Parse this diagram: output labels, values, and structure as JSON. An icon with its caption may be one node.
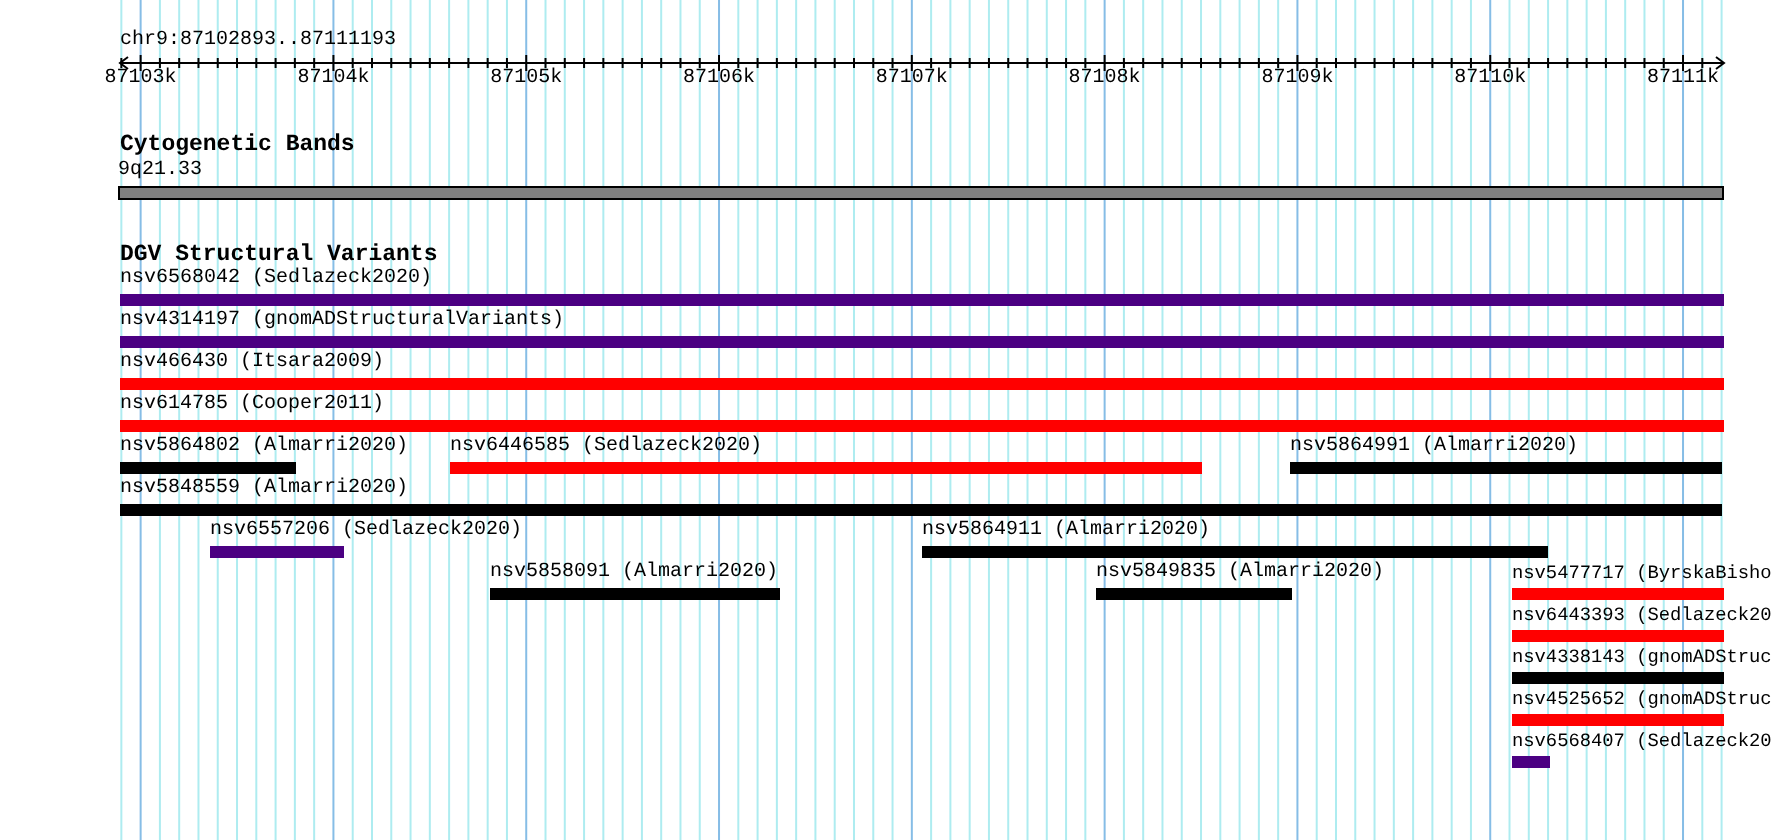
{
  "diagram": {
    "title": "chr9:87102893..87111193",
    "nodes": [
      {
        "text": [
          "9q21.33"
        ]
      },
      {
        "text": [
          "nsv6568042 (Sedlazeck2020)"
        ]
      },
      {
        "text": [
          "nsv4314197 (gnomADStructuralVariants)"
        ]
      },
      {
        "text": [
          "nsv466430 (Itsara2009)"
        ]
      },
      {
        "text": [
          "nsv614785 (Cooper2011)"
        ]
      },
      {
        "text": [
          "nsv5864802 (Almarri2020)"
        ]
      },
      {
        "text": [
          "nsv6446585 (Sedlazeck2020)"
        ]
      },
      {
        "text": [
          "nsv5864991 (Almarri2020)"
        ]
      },
      {
        "text": [
          "nsv5848559 (Almarri2020)"
        ]
      },
      {
        "text": [
          "nsv6557206 (Sedlazeck2020)"
        ]
      },
      {
        "text": [
          "nsv5864911 (Almarri2020)"
        ]
      },
      {
        "text": [
          "nsv5858091 (Almarri2020)"
        ]
      },
      {
        "text": [
          "nsv5849835 (Almarri2020)"
        ]
      },
      {
        "text": [
          "nsv5477717 (ByrskaBisho"
        ]
      },
      {
        "text": [
          "nsv6443393 (Sedlazeck20"
        ]
      },
      {
        "text": [
          "nsv4338143 (gnomADStruc"
        ]
      },
      {
        "text": [
          "nsv4525652 (gnomADStruc"
        ]
      },
      {
        "text": [
          "nsv6568407 (Sedlazeck20"
        ]
      }
    ],
    "labels": [
      "87103k",
      "87104k",
      "87105k",
      "87106k",
      "87107k",
      "87108k",
      "87109k",
      "87110k",
      "87111k",
      "Cytogenetic Bands",
      "DGV Structural Variants"
    ]
  }
}
